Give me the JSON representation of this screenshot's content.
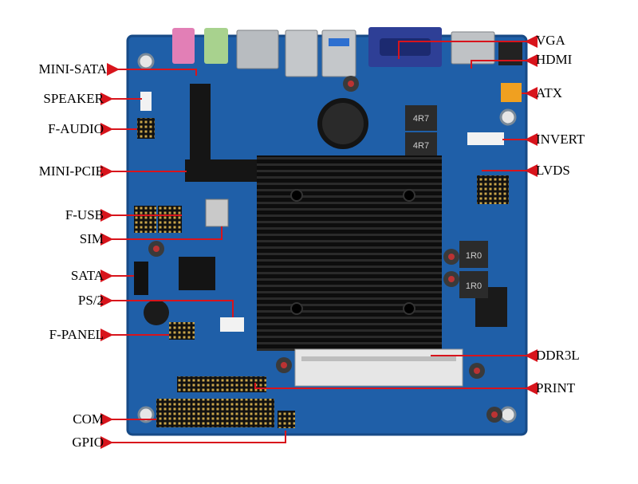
{
  "labels": {
    "vga": "VGA",
    "hdmi": "HDMI",
    "atx": "ATX",
    "invert": "INVERT",
    "lvds": "LVDS",
    "ddr3l": "DDR3L",
    "print": "PRINT",
    "mini_sata": "MINI-SATA",
    "speaker": "SPEAKER",
    "f_audio": "F-AUDIO",
    "mini_pcie": "MINI-PCIE",
    "f_usb": "F-USB",
    "sim": "SIM",
    "sata": "SATA",
    "ps2": "PS/2",
    "f_panel": "F-PANEL",
    "com": "COM",
    "gpio": "GPIO"
  },
  "board_print": {
    "inductor_1": "4R7",
    "inductor_2": "4R7",
    "inductor_3": "1R0",
    "inductor_4": "1R0"
  },
  "colors": {
    "pcb": "#1f5fa8",
    "heatsink": "#111111",
    "leader": "#d8141c"
  }
}
